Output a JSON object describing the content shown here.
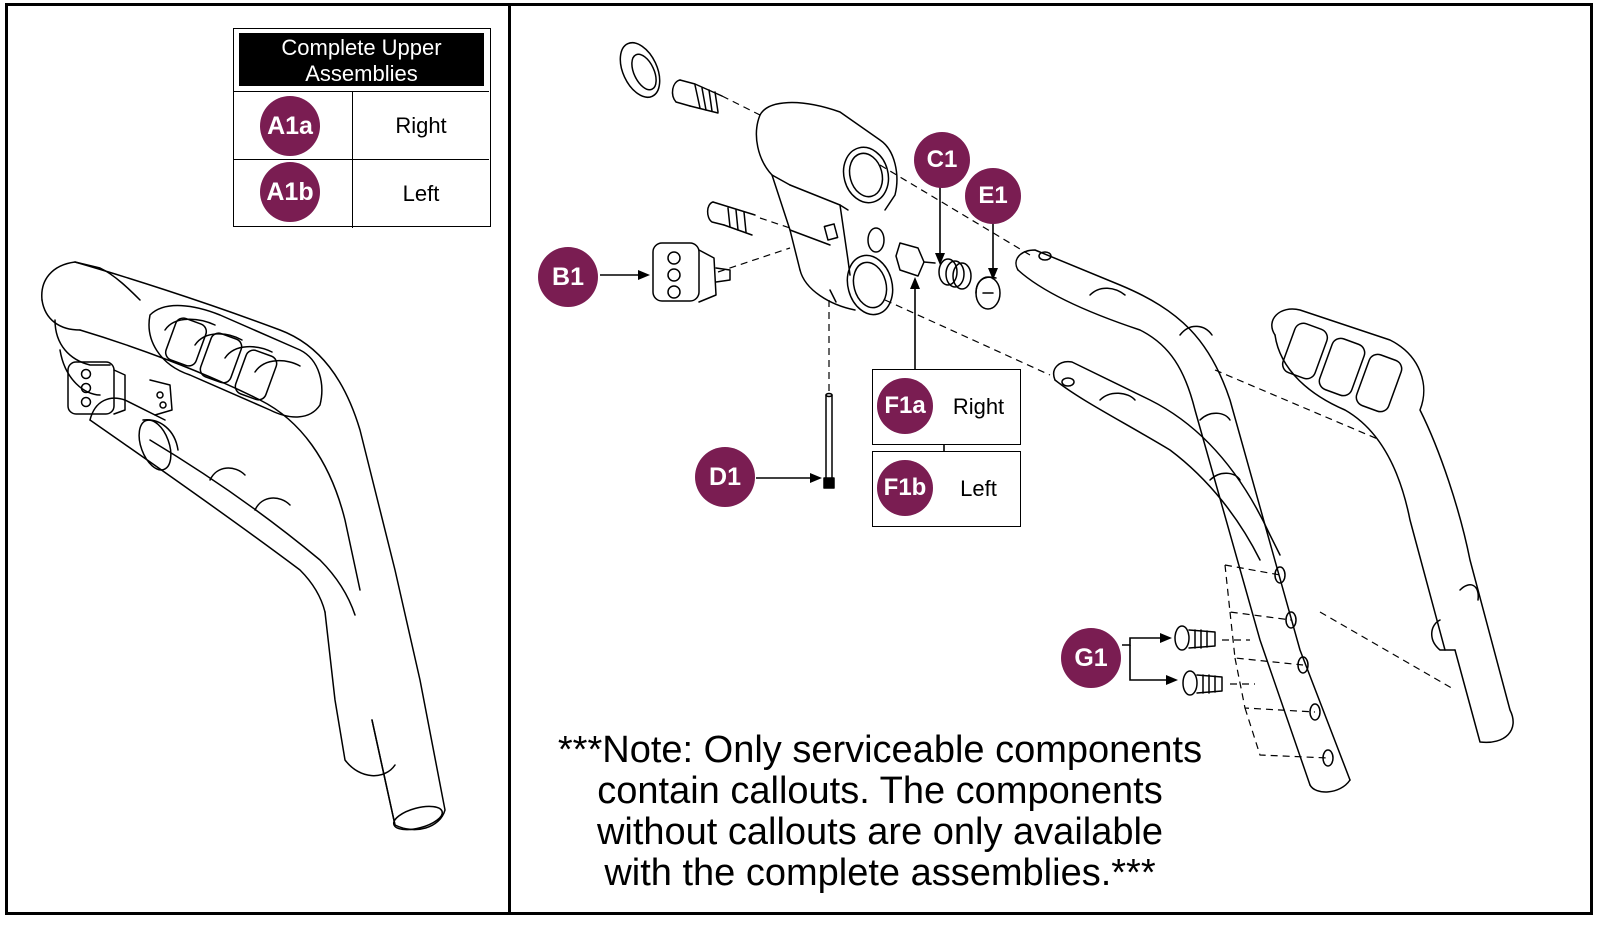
{
  "assemblies": {
    "title": "Complete Upper Assemblies",
    "rows": [
      {
        "callout": "A1a",
        "label": "Right"
      },
      {
        "callout": "A1b",
        "label": "Left"
      }
    ]
  },
  "callouts": {
    "b1": "B1",
    "c1": "C1",
    "d1": "D1",
    "e1": "E1",
    "g1": "G1"
  },
  "f1_table": [
    {
      "callout": "F1a",
      "label": "Right"
    },
    {
      "callout": "F1b",
      "label": "Left"
    }
  ],
  "note": {
    "lines": [
      "***Note: Only serviceable components",
      "contain callouts. The components",
      "without callouts are only available",
      "with the complete assemblies.***"
    ]
  },
  "colors": {
    "callout_fill": "#7a1d52",
    "line": "#000000",
    "background": "#ffffff"
  }
}
